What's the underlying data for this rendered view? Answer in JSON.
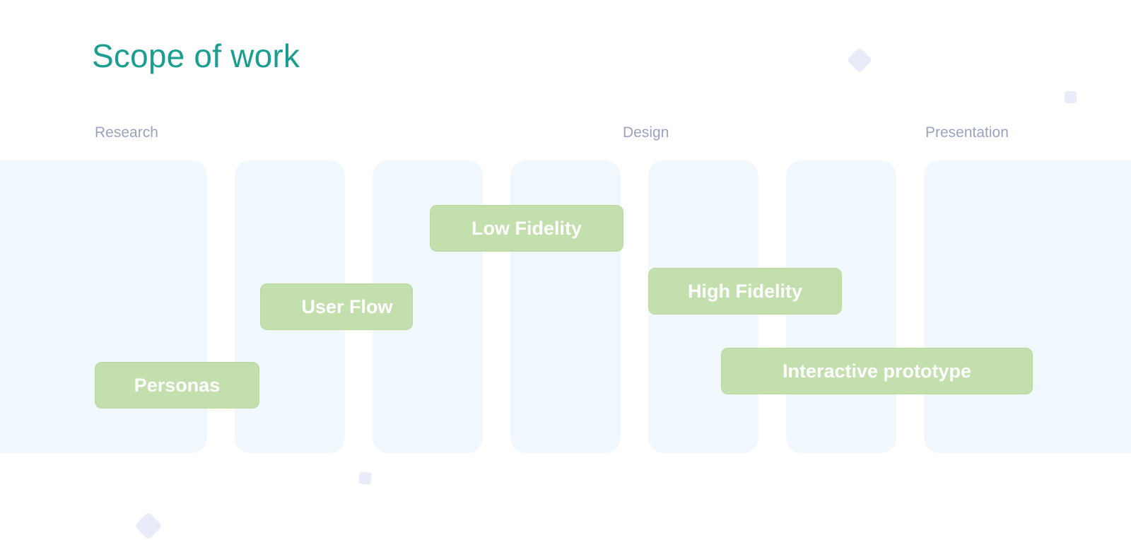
{
  "title": "Scope of work",
  "phases": [
    "Research",
    "Design",
    "Presentation"
  ],
  "tasks": [
    "Low Fidelity",
    "User Flow",
    "High Fidelity",
    "Interactive prototype",
    "Personas"
  ],
  "colors": {
    "title": "#1a9e8f",
    "phase_label": "#9ba2bd",
    "column_bg": "#f0f7fd",
    "task_bg": "#c3dfae",
    "task_text": "#ffffff",
    "decoration": "#e9ebf8"
  }
}
